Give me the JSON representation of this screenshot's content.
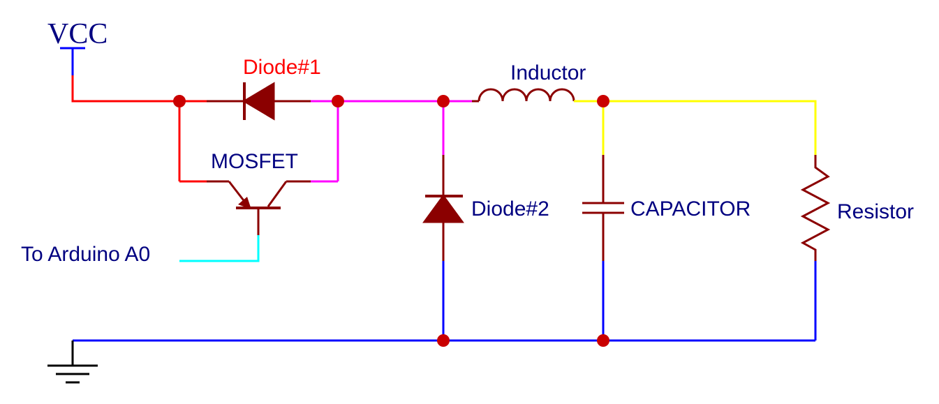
{
  "labels": {
    "vcc": "VCC",
    "diode1": "Diode#1",
    "inductor": "Inductor",
    "mosfet": "MOSFET",
    "diode2": "Diode#2",
    "capacitor": "CAPACITOR",
    "resistor": "Resistor",
    "arduino": "To Arduino A0"
  },
  "colors": {
    "vcc_net": "#ff0000",
    "switch_node_net": "#ff00ff",
    "output_net": "#ffff00",
    "ground_net": "#0000ff",
    "gate_net": "#00ffff",
    "component": "#8b0000",
    "node_dot": "#c90000",
    "label_text": "#000080",
    "diode1_label": "#ff0000"
  }
}
